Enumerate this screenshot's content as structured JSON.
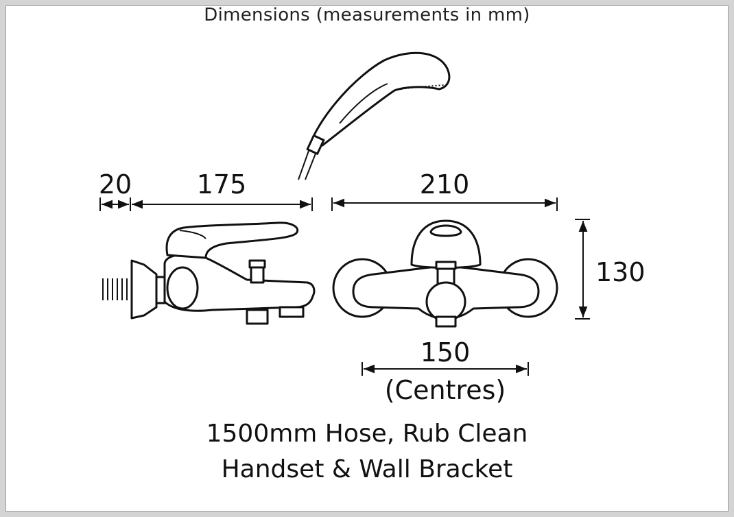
{
  "title": "Dimensions (measurements in mm)",
  "dimensions": {
    "d20": "20",
    "d175": "175",
    "d210": "210",
    "d130": "130",
    "d150": "150",
    "centres": "(Centres)"
  },
  "notes": {
    "line1": "1500mm Hose, Rub Clean",
    "line2": "Handset & Wall Bracket"
  }
}
